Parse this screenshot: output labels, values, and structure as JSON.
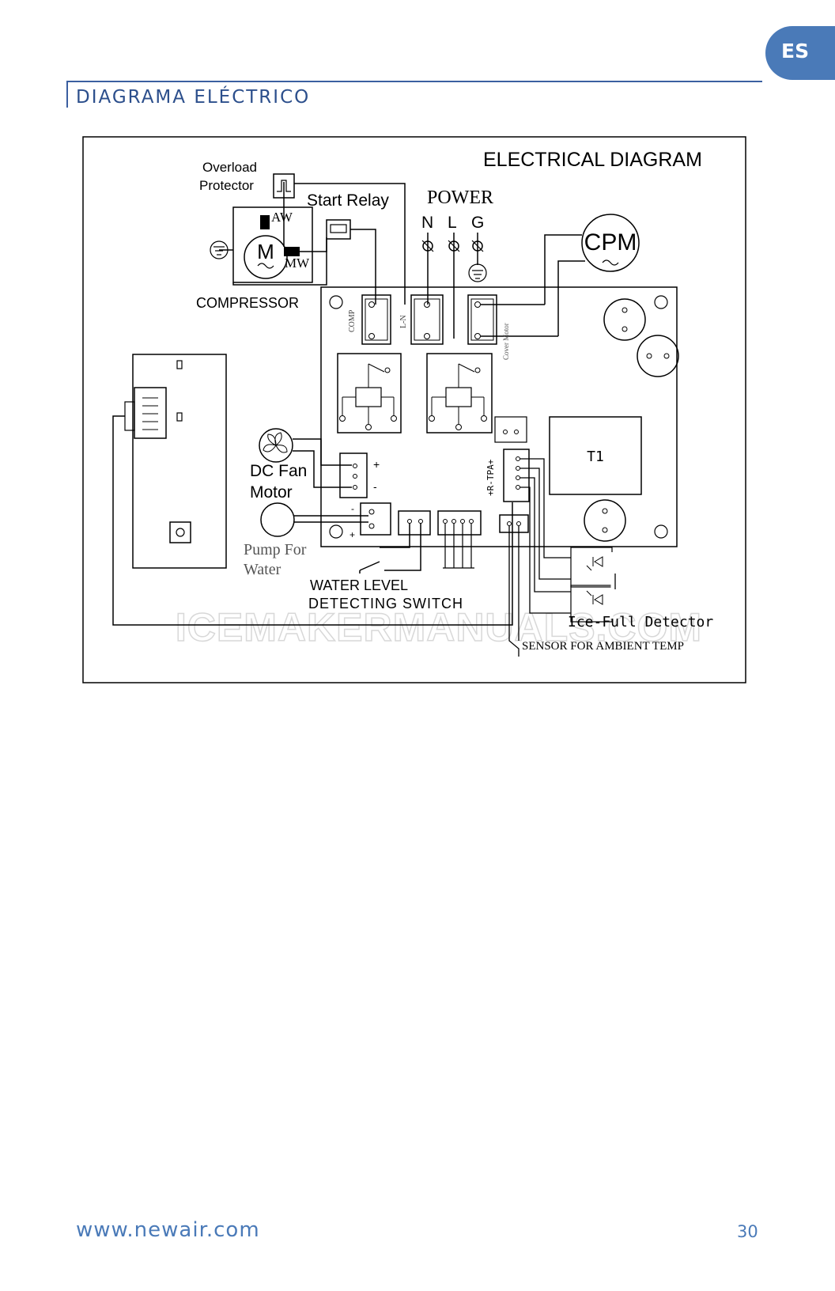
{
  "lang_tab": "ES",
  "section_title": "DIAGRAMA  ELÉCTRICO",
  "diagram": {
    "title": "ELECTRICAL DIAGRAM",
    "labels": {
      "overload": "Overload",
      "protector": "Protector",
      "start_relay": "Start Relay",
      "aw": "AW",
      "mw": "MW",
      "motor_m": "M",
      "compressor": "COMPRESSOR",
      "power": "POWER",
      "n": "N",
      "l": "L",
      "g": "G",
      "cpm": "CPM",
      "comp": "COMP",
      "ln": "L-N",
      "cover_motor": "Cover Motor",
      "t1": "T1",
      "dc_fan": "DC Fan",
      "motor": "Motor",
      "pump_for": "Pump For",
      "water": "Water",
      "water_level": "WATER LEVEL",
      "detecting_switch": "DETECTING SWITCH",
      "ice_full": "Ice-Full Detector",
      "sensor": "SENSOR FOR AMBIENT TEMP",
      "rtpa": "+R-TPA+",
      "plus": "+",
      "minus": "-",
      "watermark": "ICEMAKERMANUALS.COM"
    }
  },
  "footer": {
    "url": "www.newair.com",
    "page": "30"
  }
}
